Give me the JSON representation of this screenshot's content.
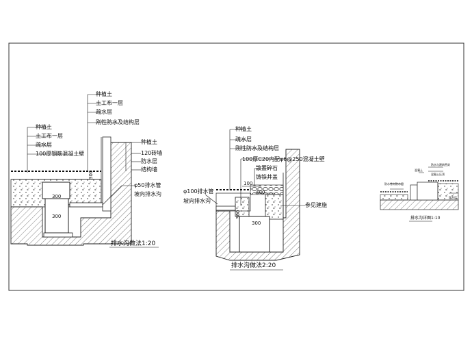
{
  "detail1": {
    "labels": [
      "种植土",
      "土工布一层",
      "疏水层",
      "100厚钢筋混凝土壁"
    ],
    "top_labels": [
      "种植土",
      "土工布一层",
      "疏水层",
      "刚性防水及结构层"
    ],
    "right_labels": [
      "种植土",
      "120砖墙",
      "防水层",
      "结构墙"
    ],
    "pipe_note_1": "φ50排水管",
    "pipe_note_2": "坡向排水沟",
    "dim_300a": "300",
    "dim_300b": "300",
    "dim_side": "300",
    "caption": "排水沟做法1:20"
  },
  "detail2": {
    "labels": [
      "种植土",
      "疏水层",
      "刚性防水及结构层"
    ],
    "wall_note": "100厚C20内配φ6@250混凝土壁",
    "gravel_note_1": "散置碎石",
    "gravel_note_2": "铸铁井盖",
    "pipe_note_1": "φ100排水管",
    "pipe_note_2": "坡向排水沟",
    "ref_note": "参见建施",
    "dim_100": "100",
    "dim_400": "400",
    "dim_300": "300",
    "dim_side": "300",
    "caption": "排水沟做法2:20"
  },
  "detail3": {
    "notes": [
      "混凝土",
      "防水与建筑密封",
      "混凝土压顶",
      "防水卷材防水层",
      "防水层"
    ],
    "caption": "排水沟详图1:10"
  }
}
